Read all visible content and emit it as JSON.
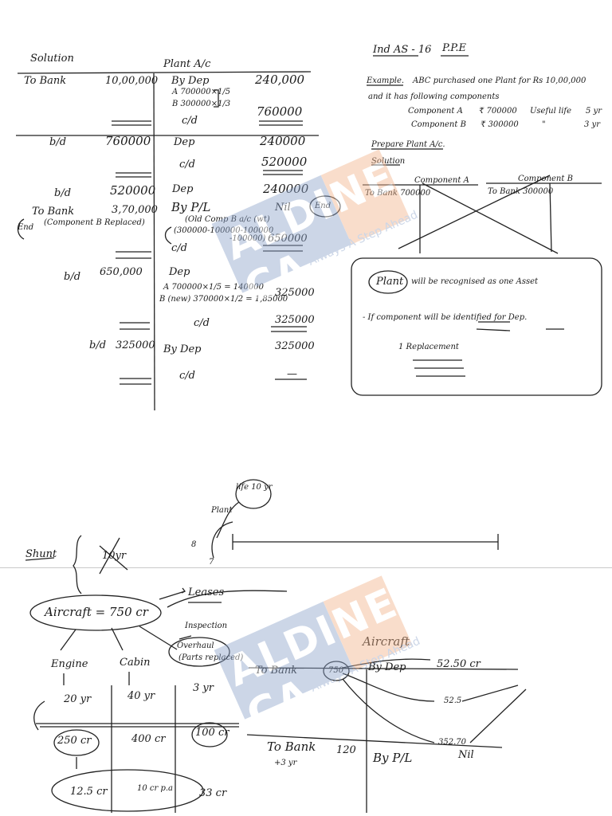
{
  "top": {
    "title": {
      "standard": "Ind AS - 16",
      "topic": "P.P.E"
    },
    "plant_ac": {
      "solution_label": "Solution",
      "header": "Plant A/c",
      "rows": [
        {
          "left": "To Bank",
          "left_amt": "10,00,000",
          "right": "By Dep",
          "right_amt": "240,000"
        },
        {
          "right": "A 700000×1/5",
          "right_amt": ""
        },
        {
          "right": "B 300000×1/3",
          "right_amt": ""
        },
        {
          "right": "c/d",
          "right_amt": "760000"
        },
        {
          "left": "b/d",
          "left_amt": "760000",
          "right": "Dep",
          "right_amt": "240000"
        },
        {
          "right": "c/d",
          "right_amt": "520000"
        },
        {
          "left": "b/d",
          "left_amt": "520000",
          "right": "Dep",
          "right_amt": "240000"
        },
        {
          "left": "To Bank",
          "left_amt": "3,70,000",
          "right": "By P/L",
          "right_amt": "Nil"
        },
        {
          "right": "(Old Comp B a/c (wt)",
          "right_amt": ""
        },
        {
          "right": "(300000-100000-100000",
          "right_amt": ""
        },
        {
          "right": "-100000)",
          "right_amt": ""
        },
        {
          "right": "c/d",
          "right_amt": "650000"
        },
        {
          "left": "b/d",
          "left_amt": "650,000",
          "right": "Dep",
          "right_amt": ""
        },
        {
          "right": "A 700000×1/5 = 140000",
          "right_amt": "325000"
        },
        {
          "right": "B (new) 370000×1/2 = 1,85000",
          "right_amt": ""
        },
        {
          "right": "c/d",
          "right_amt": "325000"
        },
        {
          "left": "b/d",
          "left_amt": "325000",
          "right": "By Dep",
          "right_amt": "325000"
        },
        {
          "right": "c/d",
          "right_amt": "—"
        }
      ],
      "notes": {
        "end_left": "End",
        "comp_b_note": "(Component B Replaced)",
        "end_right": "End"
      }
    },
    "example": {
      "label": "Example.",
      "line1": "ABC purchased one Plant for Rs 10,00,000",
      "line2": "and it has following components",
      "components": [
        {
          "name": "Component A",
          "amount": "₹ 700000",
          "life_label": "Useful life",
          "life": "5 yr"
        },
        {
          "name": "Component B",
          "amount": "₹ 300000",
          "life_label": "\"",
          "life": "3 yr"
        }
      ],
      "prepare": "Prepare Plant A/c.",
      "solution": "Solution",
      "comp_a_header": "Component A",
      "comp_b_header": "Component B",
      "comp_a_entry": "To Bank 700000",
      "comp_b_entry": "To Bank 300000"
    },
    "box": {
      "plant": "Plant",
      "line1": "will be recognised as one Asset",
      "line2": "- If component will be identified for Dep.",
      "line3": "1 Replacement"
    }
  },
  "bottom": {
    "plant_life": {
      "plant": "Plant",
      "life": "life 10 yr",
      "eight": "8",
      "seven": "7"
    },
    "shunt": {
      "label": "Shunt",
      "crossed": "10yr"
    },
    "aircraft": {
      "label": "Aircraft = 750 cr",
      "arrow": "Leases"
    },
    "inspection": {
      "label1": "Inspection",
      "label2": "Overhaul",
      "label3": "(Parts replaced)"
    },
    "parts": [
      {
        "name": "Engine",
        "life": "20 yr",
        "cost": "250 cr",
        "dep": "12.5 cr"
      },
      {
        "name": "Cabin",
        "life": "40 yr",
        "cost": "400 cr",
        "dep": "10 cr p.a"
      },
      {
        "name": "",
        "life": "3 yr",
        "cost": "100 cr",
        "dep": "33 cr"
      }
    ],
    "aircraft_ac": {
      "header": "Aircraft",
      "left1": "To Bank",
      "left1_amt": "750",
      "right1": "By Dep",
      "right1_amt": "52.50 cr",
      "mid1": "52.5",
      "mid2": "352.70",
      "left2": "To Bank",
      "left2_amt": "120",
      "left2_note": "+3 yr",
      "right2": "By P/L",
      "right2_amt": "Nil"
    },
    "watermark": {
      "name": "ALDINE CA",
      "tagline": "Always A Step Ahead"
    }
  }
}
